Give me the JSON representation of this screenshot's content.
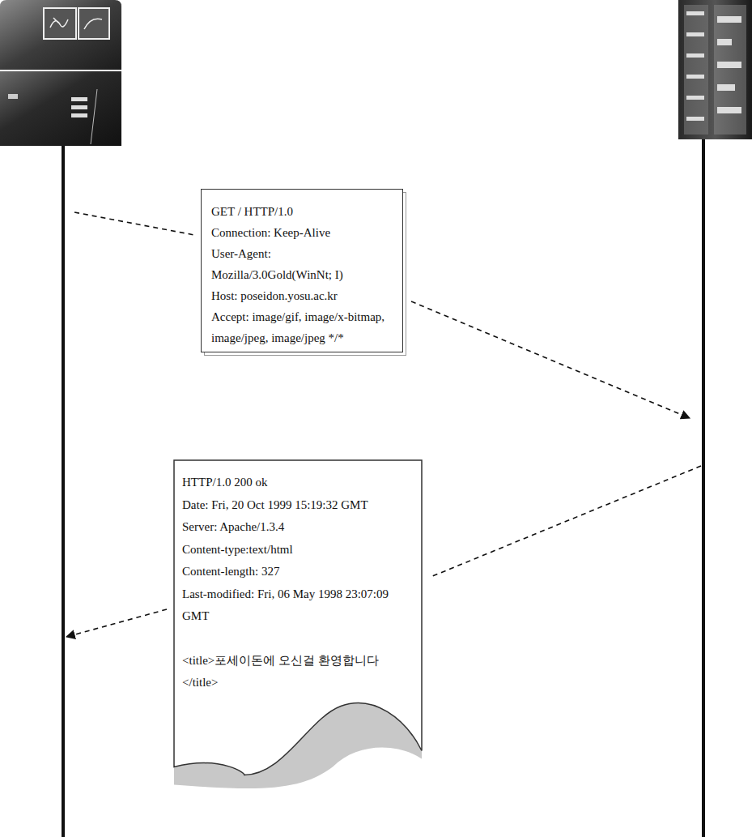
{
  "diagram": {
    "nodes": [
      {
        "text": [
          "GET / HTTP/1.0",
          "Connection: Keep-Alive",
          "User-Agent: Mozilla/3.0Gold(WinNt; I)",
          "Host: poseidon.yosu.ac.kr",
          "Accept: image/gif, image/x-bitmap, image/jpeg, image/jpeg */*"
        ]
      },
      {
        "text": [
          "HTTP/1.0 200 ok",
          "Date: Fri, 20 Oct 1999 15:19:32 GMT",
          "Server: Apache/1.3.4",
          "Content-type:text/html",
          "Content-length: 327",
          "Last-modified: Fri, 06 May 1998 23:07:09 GMT",
          "<title>포세이돈에 오신걸 환영합니다</title>"
        ]
      }
    ]
  }
}
